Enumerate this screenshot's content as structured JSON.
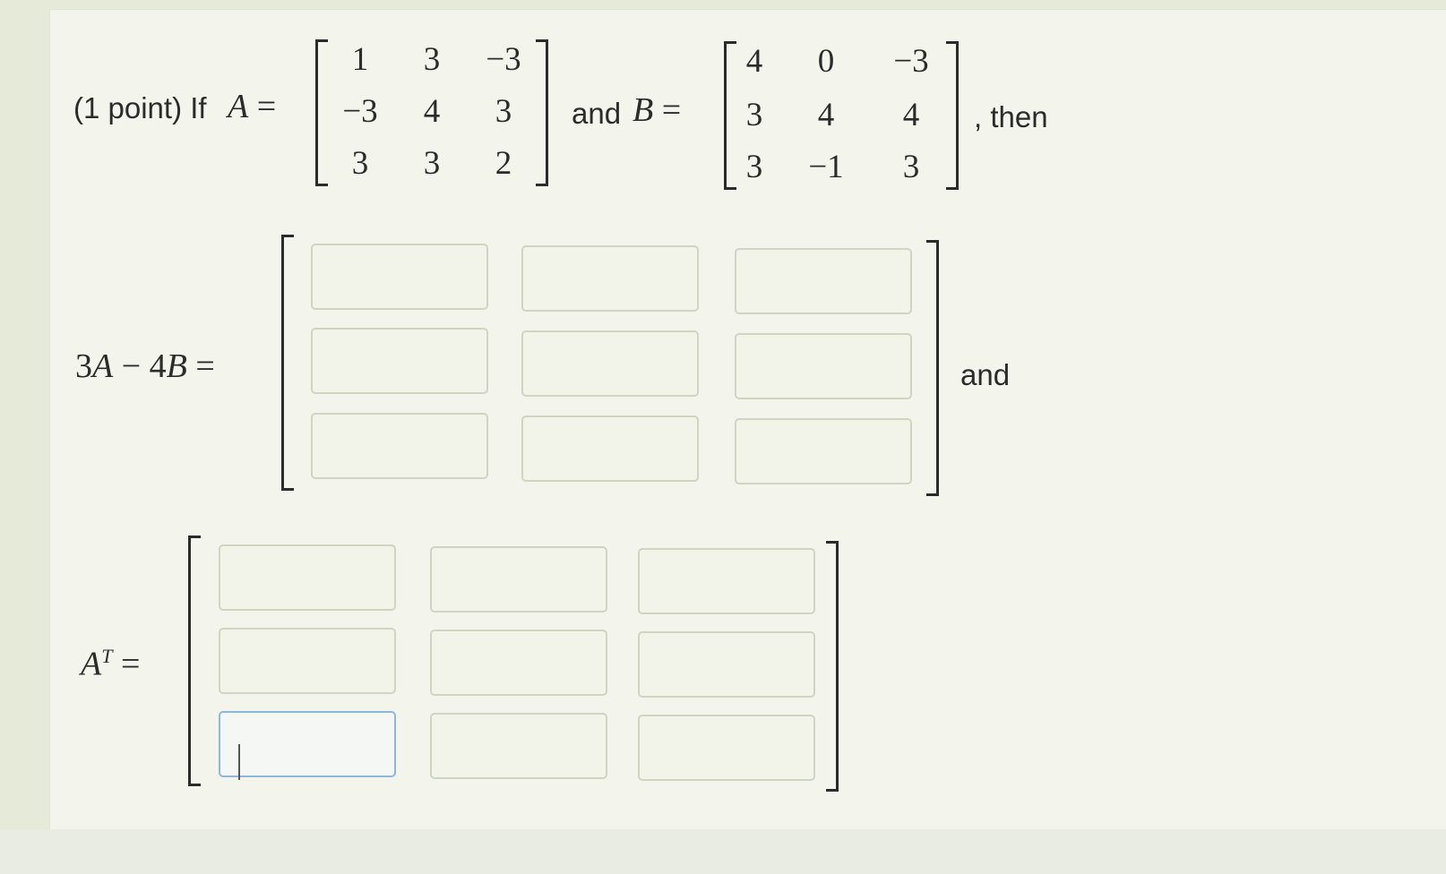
{
  "problem": {
    "points_label": "(1 point) If",
    "and_label": "and",
    "then_label": ", then",
    "and_after_label": "and"
  },
  "matrix_A": {
    "name": "A",
    "rows": [
      [
        "1",
        "3",
        "−3"
      ],
      [
        "−3",
        "4",
        "3"
      ],
      [
        "3",
        "3",
        "2"
      ]
    ]
  },
  "matrix_B": {
    "name": "B",
    "rows": [
      [
        "4",
        "0",
        "−3"
      ],
      [
        "3",
        "4",
        "4"
      ],
      [
        "3",
        "−1",
        "3"
      ]
    ]
  },
  "expr1": {
    "coef1": "3",
    "var1": "A",
    "op": "−",
    "coef2": "4",
    "var2": "B",
    "eq": "="
  },
  "expr2": {
    "var": "A",
    "sup": "T",
    "eq": "="
  },
  "answers_1": [
    [
      "",
      "",
      ""
    ],
    [
      "",
      "",
      ""
    ],
    [
      "",
      "",
      ""
    ]
  ],
  "answers_2": [
    [
      "",
      "",
      ""
    ],
    [
      "",
      "",
      ""
    ],
    [
      "",
      "",
      ""
    ]
  ],
  "colors": {
    "page_bg": "#e6ead9",
    "panel_bg": "#f3f5ec",
    "input_border": "#cfd4c3",
    "focus_border": "#8fb7d9"
  }
}
